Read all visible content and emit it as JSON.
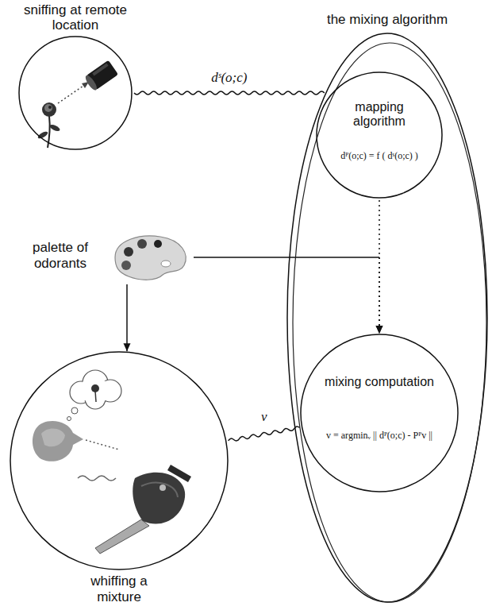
{
  "diagram": {
    "nodes": [
      {
        "text": [
          "sniffing at remote location"
        ]
      },
      {
        "text": [
          "the mixing algorithm"
        ]
      },
      {
        "text": [
          "mapping algorithm",
          "dᴾ(o;c) = f ( dˢ(o;c) )"
        ],
        "in": 1
      },
      {
        "text": [
          "mixing computation",
          "v = argminᵥ || dᴾ(o;c) - Pᴾv ||"
        ],
        "in": 1
      },
      {
        "text": [
          "palette of odorants"
        ]
      },
      {
        "text": [
          "whiffing a mixture"
        ]
      }
    ],
    "edges": [
      {
        "from": 0,
        "to": 1,
        "arrow": "none",
        "label": "dˢ(o;c)"
      },
      {
        "from": 2,
        "to": 3,
        "arrow": "to"
      },
      {
        "from": 4,
        "to": 3,
        "arrow": "to"
      },
      {
        "from": 4,
        "to": 5,
        "arrow": "to"
      },
      {
        "from": 3,
        "to": 5,
        "arrow": "none",
        "label": "v"
      }
    ]
  }
}
